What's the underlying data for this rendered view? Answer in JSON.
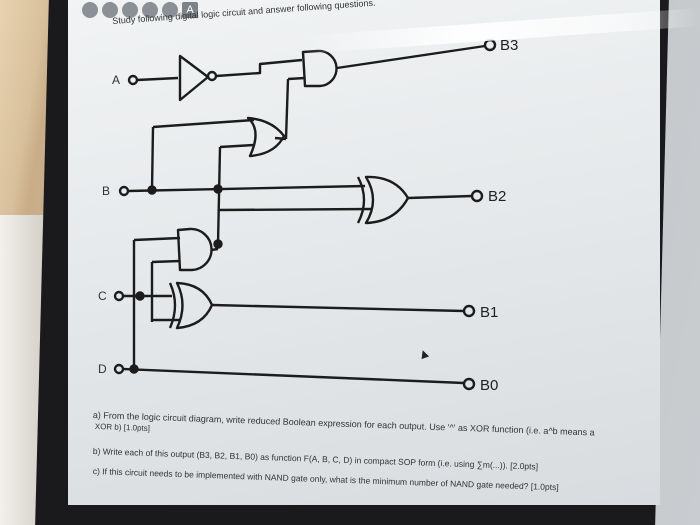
{
  "browser": {
    "buttons": [
      "",
      "",
      "",
      "",
      "",
      "A"
    ]
  },
  "header": {
    "instructions": "Study following digital logic circuit and answer following questions."
  },
  "circuit": {
    "inputs": {
      "a": "A",
      "b": "B",
      "c": "C",
      "d": "D"
    },
    "outputs": {
      "b3": "B3",
      "b2": "B2",
      "b1": "B1",
      "b0": "B0"
    }
  },
  "questions": {
    "a": "a) From the logic circuit diagram, write reduced Boolean expression for each output. Use '^' as XOR function (i.e. a^b means a",
    "a_cont": "XOR b) [1.0pts]",
    "b": "b) Write each of this output (B3, B2, B1, B0) as function F(A, B, C, D) in compact SOP form (i.e. using ∑m(...)). [2.0pts]",
    "c": "c) If this circuit needs to be implemented with NAND gate only, what is the minimum number of NAND gate needed? [1.0pts]"
  }
}
